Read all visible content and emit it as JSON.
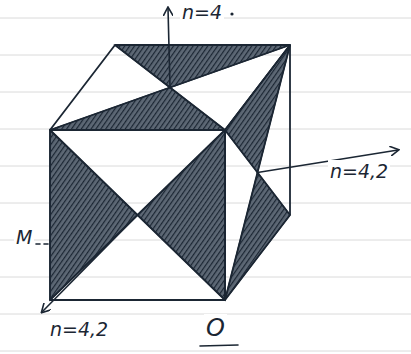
{
  "diagram": {
    "labels": [
      "n=4",
      "n=4,2",
      "n=4,2",
      "M",
      "O"
    ]
  }
}
